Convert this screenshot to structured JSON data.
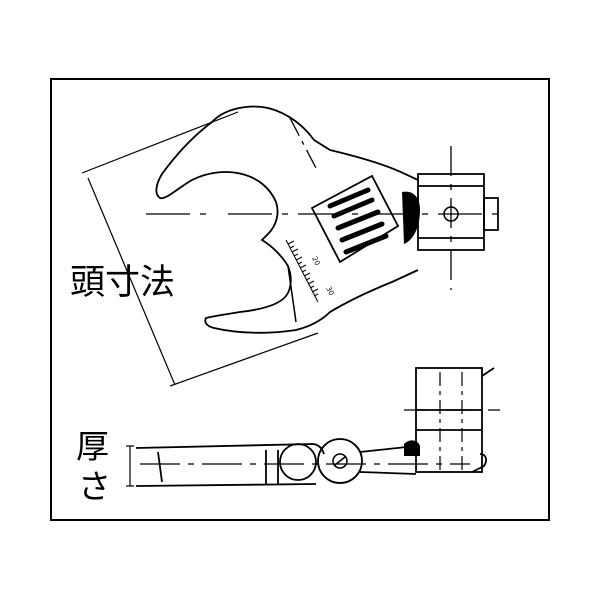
{
  "diagram": {
    "labels": {
      "head_dimension": "頭寸法",
      "thickness_line1": "厚",
      "thickness_line2": "さ"
    },
    "scale_marks": {
      "upper": "20",
      "lower": "30"
    },
    "colors": {
      "stroke": "#000000",
      "background": "#ffffff"
    }
  }
}
